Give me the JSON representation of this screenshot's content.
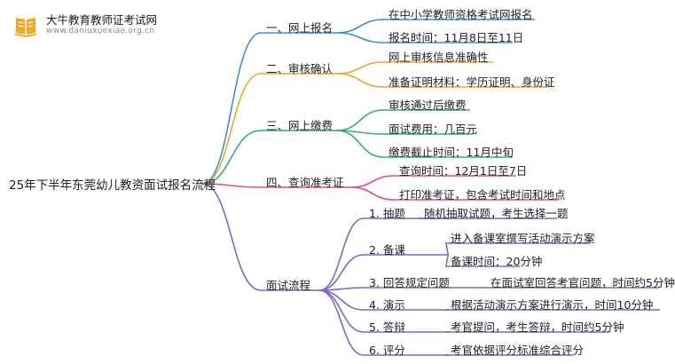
{
  "brand": {
    "name": "大牛教育教师证考试网",
    "url": "www.daniuxuexiao.org.cn"
  },
  "title": "25年下半年东莞幼儿教资面试报名流程",
  "colors": {
    "blue": "#3b8ed6",
    "orange": "#f0a726",
    "green": "#2db36a",
    "pink": "#e64b8c",
    "purple": "#7f67c9"
  },
  "branches": [
    {
      "label": "一、网上报名",
      "color": "blue",
      "items": [
        "在中小学教师资格考试网报名",
        "报名时间：11月8日至11日"
      ]
    },
    {
      "label": "二、审核确认",
      "color": "orange",
      "items": [
        "网上审核信息准确性",
        "准备证明材料：学历证明、身份证"
      ]
    },
    {
      "label": "三、网上缴费",
      "color": "green",
      "items": [
        "审核通过后缴费",
        "面试费用：几百元",
        "缴费截止时间：11月中旬"
      ]
    },
    {
      "label": "四、查询准考证",
      "color": "pink",
      "items": [
        "查询时间：12月1日至7日",
        "打印准考证，包含考试时间和地点"
      ]
    },
    {
      "label": "面试流程",
      "color": "purple",
      "steps": [
        {
          "label": "1. 抽题",
          "items": [
            "随机抽取试题，考生选择一题"
          ]
        },
        {
          "label": "2. 备课",
          "items": [
            "进入备课室撰写活动演示方案",
            "备课时间：20分钟"
          ]
        },
        {
          "label": "3. 回答规定问题",
          "items": [
            "在面试室回答考官问题，时间约5分钟"
          ]
        },
        {
          "label": "4. 演示",
          "items": [
            "根据活动演示方案进行演示，时间10分钟"
          ]
        },
        {
          "label": "5. 答辩",
          "items": [
            "考官提问，考生答辩，时间约5分钟"
          ]
        },
        {
          "label": "6. 评分",
          "items": [
            "考官依据评分标准综合评分"
          ]
        }
      ]
    }
  ]
}
